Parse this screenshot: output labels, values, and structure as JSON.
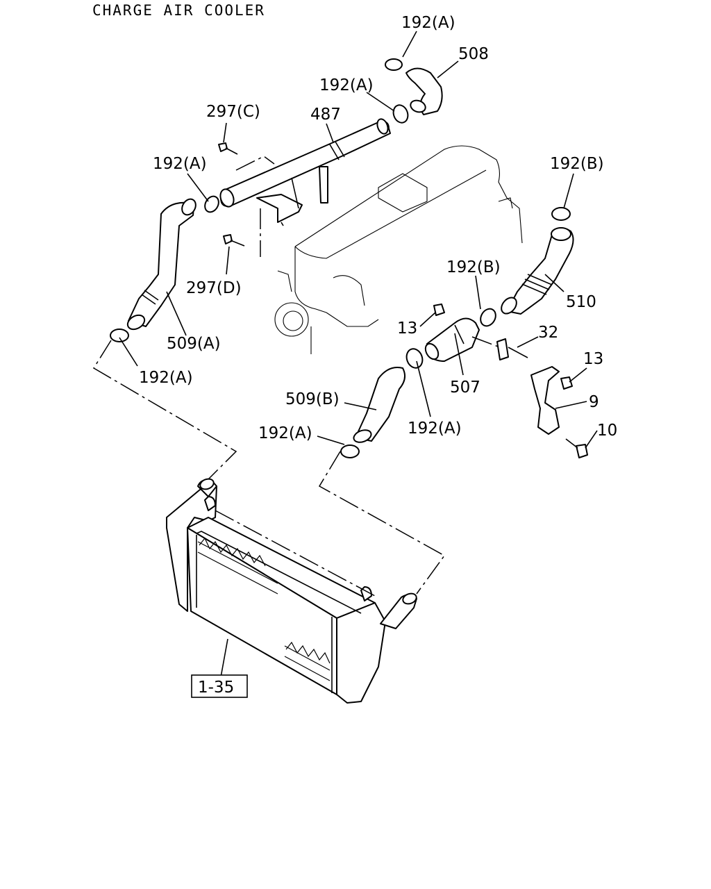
{
  "title": "CHARGE AIR COOLER",
  "callouts": {
    "c192a_top": "192(A)",
    "c508": "508",
    "c192a_2": "192(A)",
    "c487": "487",
    "c297c": "297(C)",
    "c192a_3": "192(A)",
    "c192b_top": "192(B)",
    "c297d": "297(D)",
    "c192b_mid": "192(B)",
    "c510": "510",
    "c13_left": "13",
    "c32": "32",
    "c509a": "509(A)",
    "c192a_left": "192(A)",
    "c13_right": "13",
    "c507": "507",
    "c9": "9",
    "c509b": "509(B)",
    "c192a_mid": "192(A)",
    "c192a_low": "192(A)",
    "c10": "10",
    "ref_box": "1-35"
  }
}
